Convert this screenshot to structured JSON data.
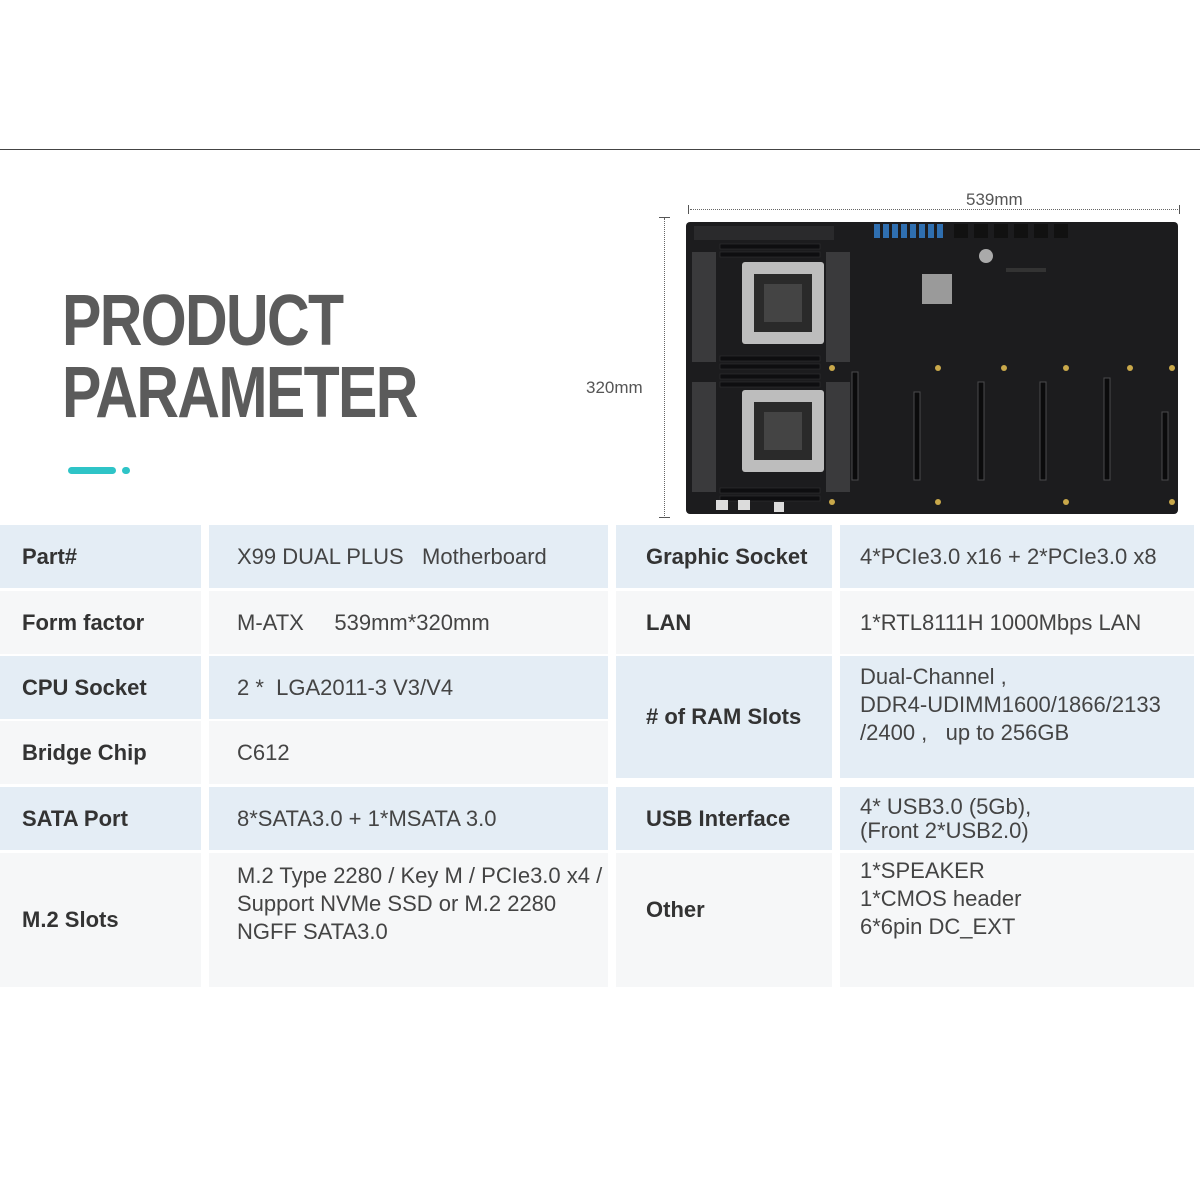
{
  "title": {
    "line1": "PRODUCT",
    "line2": "PARAMETER"
  },
  "dimensions": {
    "width_label": "539mm",
    "height_label": "320mm"
  },
  "specs_left": [
    {
      "key": "Part#",
      "value": "X99 DUAL PLUS   Motherboard"
    },
    {
      "key": "Form factor",
      "value": "M-ATX     539mm*320mm"
    },
    {
      "key": "CPU Socket",
      "value": "2 *  LGA2011-3 V3/V4"
    },
    {
      "key": "Bridge Chip",
      "value": "C612"
    },
    {
      "key": "SATA Port",
      "value": "8*SATA3.0 + 1*MSATA 3.0"
    },
    {
      "key": "M.2 Slots",
      "lines": [
        "M.2 Type 2280 / Key M / PCIe3.0 x4 /",
        "Support NVMe SSD or M.2 2280",
        "NGFF SATA3.0"
      ]
    }
  ],
  "specs_right": [
    {
      "key": "Graphic Socket",
      "value": "4*PCIe3.0 x16 + 2*PCIe3.0 x8"
    },
    {
      "key": "LAN",
      "value": "1*RTL8111H 1000Mbps LAN"
    },
    {
      "key": "# of RAM Slots",
      "lines": [
        "Dual-Channel ,",
        "DDR4-UDIMM1600/1866/2133",
        "/2400 ,   up to 256GB"
      ]
    },
    {
      "key": "USB  Interface",
      "lines": [
        "4* USB3.0 (5Gb),",
        "(Front 2*USB2.0)"
      ]
    },
    {
      "key": "Other",
      "lines": [
        "1*SPEAKER",
        "1*CMOS header",
        "6*6pin DC_EXT"
      ]
    }
  ],
  "colors": {
    "accent": "#2ec4c7",
    "row_blue": "#e4edf5",
    "row_grey": "#f6f7f8",
    "title": "#5b5b5b",
    "board": "#1c1c1e"
  }
}
